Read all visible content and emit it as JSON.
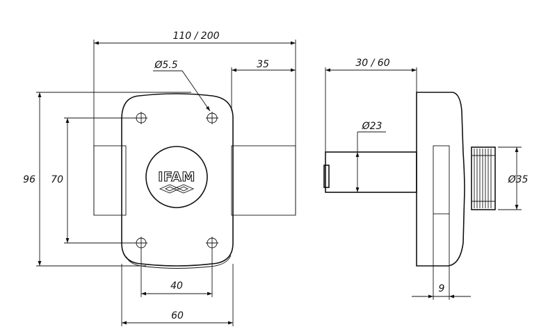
{
  "dimensions": {
    "width_range": "110 / 200",
    "hole_diameter": "Ø5.5",
    "offset_right": "35",
    "height_total": "96",
    "hole_spacing_vertical": "70",
    "hole_spacing_horizontal": "40",
    "plate_width": "60",
    "depth_range": "30 / 60",
    "cylinder_diameter": "Ø23",
    "knob_diameter": "Ø35",
    "knob_offset": "9"
  },
  "logo": {
    "brand": "IFAM"
  },
  "colors": {
    "line": "#111111",
    "background": "#ffffff"
  },
  "arrow_style": "filled-triangle"
}
